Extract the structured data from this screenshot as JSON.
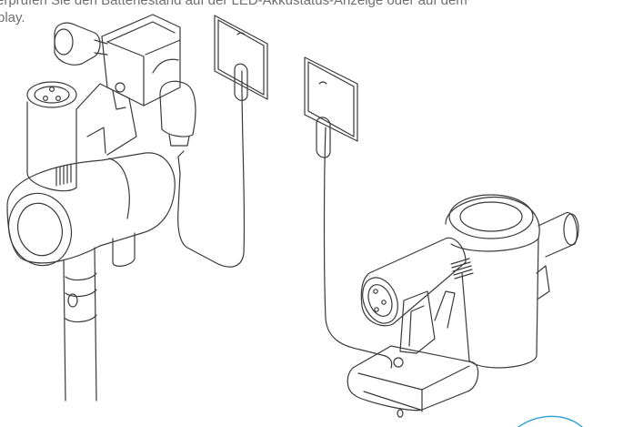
{
  "document": {
    "caption_line1": "erprüfen Sie den Batteriestand auf der LED-Akkustatus-Anzeige oder auf dem",
    "caption_line2": "play."
  },
  "colors": {
    "text": "#6f6f6f",
    "line_art": "#3a3a3a",
    "accent_arc": "#3aa3d8",
    "background": "#ffffff"
  },
  "illustrations": [
    "wall-mounted-vacuum-with-charger",
    "vacuum-on-charging-stand-with-charger"
  ]
}
